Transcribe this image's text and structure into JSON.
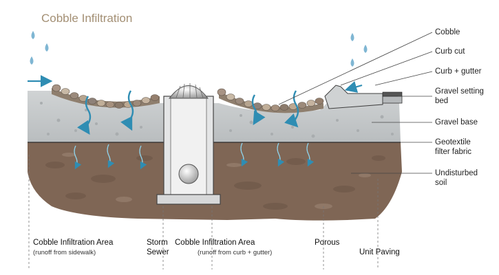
{
  "title": "Cobble Infiltration",
  "callouts": [
    {
      "id": "cobble",
      "text": "Cobble"
    },
    {
      "id": "curb-cut",
      "text": "Curb cut"
    },
    {
      "id": "curb-gutter",
      "text": "Curb + gutter"
    },
    {
      "id": "gravel-setting-bed",
      "line1": "Gravel setting",
      "line2": "bed"
    },
    {
      "id": "gravel-base",
      "text": "Gravel base"
    },
    {
      "id": "geotextile",
      "line1": "Geotextile",
      "line2": "filter fabric"
    },
    {
      "id": "undisturbed-soil",
      "line1": "Undisturbed",
      "line2": "soil"
    }
  ],
  "areas": [
    {
      "id": "cobble-area-left",
      "label": "Cobble Infiltration Area",
      "note": "(runoff from sidewalk)"
    },
    {
      "id": "storm-sewer",
      "line1": "Storm",
      "line2": "Sewer"
    },
    {
      "id": "cobble-area-right",
      "label": "Cobble Infiltration Area",
      "note": "(runoff from curb + gutter)"
    },
    {
      "id": "porous-paving",
      "line1": "Porous",
      "line2": "Unit Paving"
    }
  ],
  "colors": {
    "title": "#a38f74",
    "water": "#2f8db3",
    "soil": "#866d5a",
    "gravel": "#c7cacb"
  }
}
